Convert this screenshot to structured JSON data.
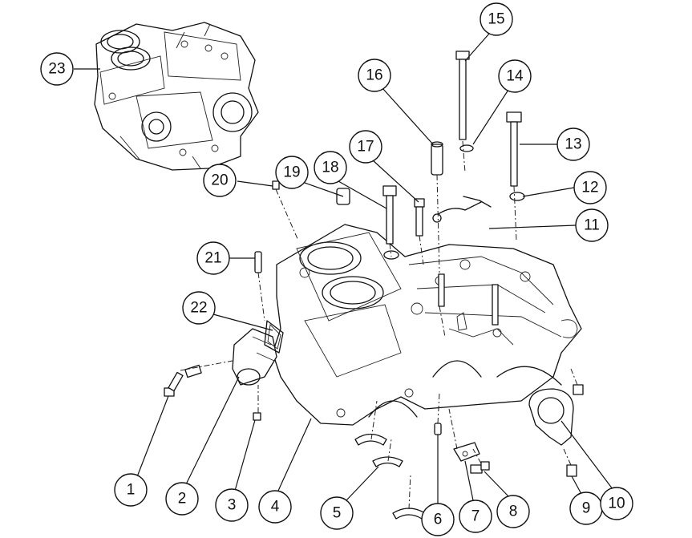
{
  "callouts": [
    {
      "id": 1,
      "label": "1"
    },
    {
      "id": 2,
      "label": "2"
    },
    {
      "id": 3,
      "label": "3"
    },
    {
      "id": 4,
      "label": "4"
    },
    {
      "id": 5,
      "label": "5"
    },
    {
      "id": 6,
      "label": "6"
    },
    {
      "id": 7,
      "label": "7"
    },
    {
      "id": 8,
      "label": "8"
    },
    {
      "id": 9,
      "label": "9"
    },
    {
      "id": 10,
      "label": "10"
    },
    {
      "id": 11,
      "label": "11"
    },
    {
      "id": 12,
      "label": "12"
    },
    {
      "id": 13,
      "label": "13"
    },
    {
      "id": 14,
      "label": "14"
    },
    {
      "id": 15,
      "label": "15"
    },
    {
      "id": 16,
      "label": "16"
    },
    {
      "id": 17,
      "label": "17"
    },
    {
      "id": 18,
      "label": "18"
    },
    {
      "id": 19,
      "label": "19"
    },
    {
      "id": 20,
      "label": "20"
    },
    {
      "id": 21,
      "label": "21"
    },
    {
      "id": 22,
      "label": "22"
    },
    {
      "id": 23,
      "label": "23"
    }
  ]
}
